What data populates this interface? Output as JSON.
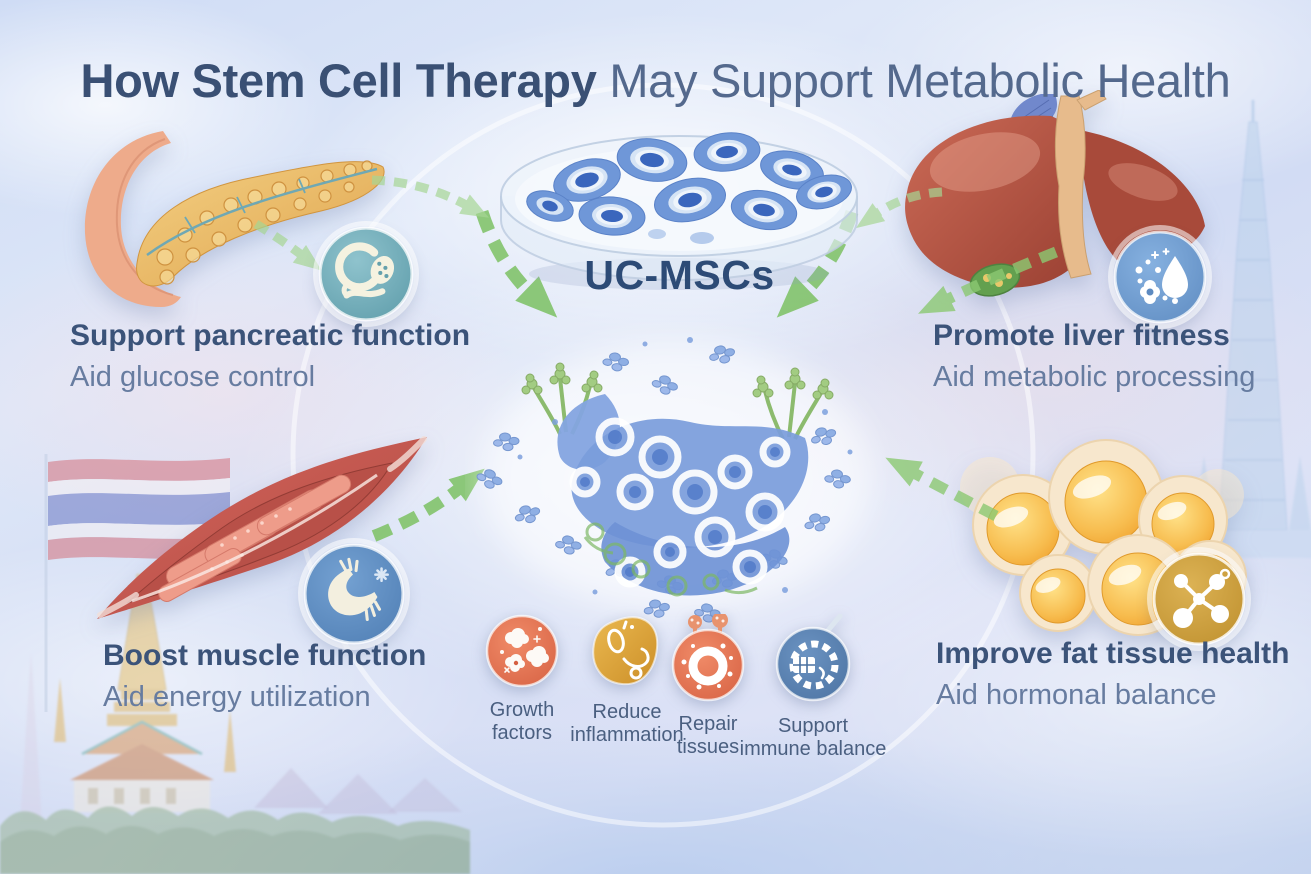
{
  "title": {
    "emphasis": "How Stem Cell Therapy",
    "rest": "May Support Metabolic Health"
  },
  "hub": {
    "label": "UC-MSCs"
  },
  "organs": {
    "pancreas": {
      "heading": "Support pancreatic function",
      "subtext": "Aid glucose control",
      "icon": "pancreas-cells-icon",
      "icon_color": "#6fb0bd"
    },
    "liver": {
      "heading": "Promote liver fitness",
      "subtext": "Aid metabolic processing",
      "icon": "liver-detox-icon",
      "icon_color": "#6f9cd1"
    },
    "muscle": {
      "heading": "Boost muscle function",
      "subtext": "Aid energy utilization",
      "icon": "muscle-fiber-icon",
      "icon_color": "#5e8dc2"
    },
    "fat": {
      "heading": "Improve fat tissue health",
      "subtext": "Aid hormonal balance",
      "icon": "fat-molecule-icon",
      "icon_color": "#cda23f"
    }
  },
  "benefits": [
    {
      "line1": "Growth",
      "line2": "factors",
      "icon": "growth-factors-icon",
      "icon_color": "#e8795b"
    },
    {
      "line1": "Reduce",
      "line2": "inflammation",
      "icon": "reduce-inflammation-icon",
      "icon_color": "#dfa93e"
    },
    {
      "line1": "Repair",
      "line2": "tissues",
      "icon": "repair-tissues-icon",
      "icon_color": "#e8795b"
    },
    {
      "line1": "Support",
      "line2": "immune balance",
      "icon": "immune-balance-icon",
      "icon_color": "#5c83b4"
    }
  ],
  "colors": {
    "title_emphasis": "#3a5074",
    "title_rest": "#54698d",
    "heading": "#3b5379",
    "subtext": "#677ca0",
    "hub_label": "#2d4b76",
    "arrow_green": "#7cc163",
    "cell_blue": "#7b9ddc",
    "background_sky": "#d5e0f5"
  }
}
